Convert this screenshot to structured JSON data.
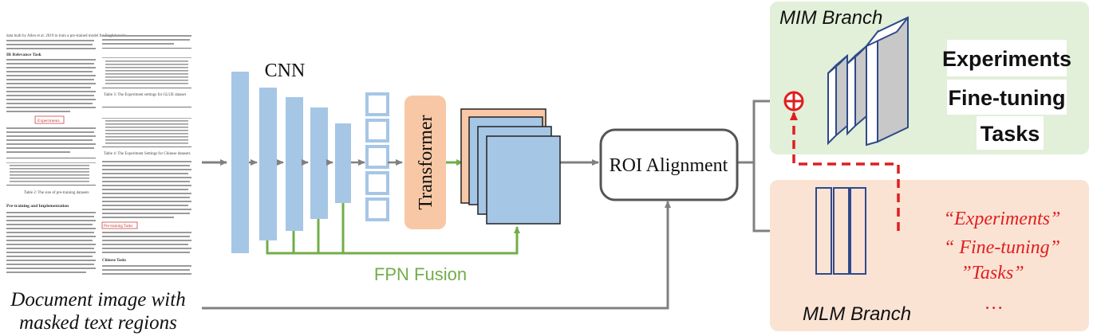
{
  "document_image": {
    "caption_line1": "Document image with",
    "caption_line2": "masked text regions",
    "masked_label_1": "Experiments",
    "masked_label_2": "Pre-training Tasks",
    "body_text_1": "data built by Alleo et al. 2019 to train a pre-trained model for English tasks.",
    "heading_ir": "IR Relevance Task",
    "heading_pretrain": "Pre-training and Implementation",
    "heading_chinese": "Chinese Tasks",
    "table_caption_1": "Table 3: The Experiment settings for GLUE dataset",
    "table_caption_2": "Table 4: The Experiment Settings for Chinese datasets",
    "table_caption_3": "Table 2: The size of pre-training datasets"
  },
  "labels": {
    "cnn": "CNN",
    "transformer": "Transformer",
    "fpn_fusion": "FPN Fusion",
    "roi_alignment": "ROI Alignment",
    "plus_symbol": "+"
  },
  "mim_branch": {
    "title": "MIM Branch",
    "outputs": [
      "Experiments",
      "Fine-tuning",
      "Tasks"
    ]
  },
  "mlm_branch": {
    "title": "MLM Branch",
    "outputs": [
      "“Experiments”",
      "“ Fine-tuning”",
      "”Tasks”",
      "…"
    ]
  },
  "colors": {
    "cnn_blue": "#a6c6e6",
    "transformer_orange": "#f8c8a6",
    "fpn_green": "#72ad48",
    "mim_bg": "#e2efd9",
    "mlm_bg": "#fbe3d4",
    "dashed_red": "#e01e1e",
    "arrow_gray": "#808080",
    "box_blue": "#2e4a8a"
  }
}
